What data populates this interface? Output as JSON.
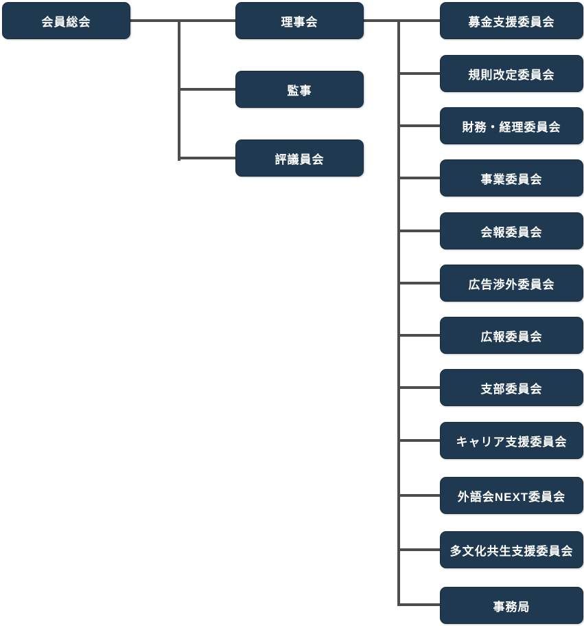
{
  "nodes": {
    "assembly": {
      "label": "会員総会"
    },
    "board": {
      "label": "理事会"
    },
    "auditor": {
      "label": "監事"
    },
    "council": {
      "label": "評議員会"
    }
  },
  "committees": [
    {
      "label": "募金支援委員会"
    },
    {
      "label": "規則改定委員会"
    },
    {
      "label": "財務・経理委員会"
    },
    {
      "label": "事業委員会"
    },
    {
      "label": "会報委員会"
    },
    {
      "label": "広告渉外委員会"
    },
    {
      "label": "広報委員会"
    },
    {
      "label": "支部委員会"
    },
    {
      "label": "キャリア支援委員会"
    },
    {
      "label": "外語会NEXT委員会"
    },
    {
      "label": "多文化共生支援委員会"
    },
    {
      "label": "事務局"
    }
  ],
  "colors": {
    "node_fill": "#1f3a50",
    "node_text": "#ffffff",
    "connector": "#4d4d4d",
    "background": "#ffffff"
  }
}
